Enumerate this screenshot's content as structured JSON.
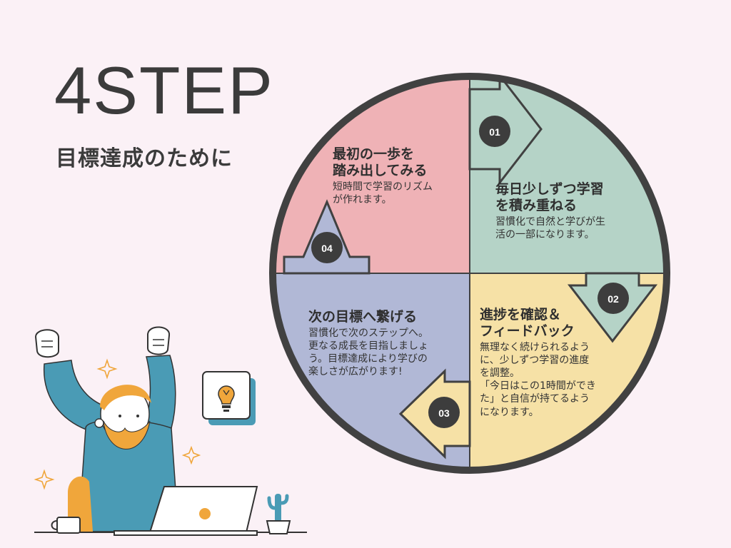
{
  "title": {
    "main": "4STEP",
    "sub": "目標達成のために"
  },
  "steps": [
    {
      "number": "01",
      "heading": "毎日少しずつ学習\nを積み重ねる",
      "body": "習慣化で自然と学びが生\n活の一部になります。",
      "color": "#b5d3c7"
    },
    {
      "number": "02",
      "heading": "進捗を確認＆\nフィードバック",
      "body": "無理なく続けられるよう\nに、少しずつ学習の進度\nを調整。\n「今日はこの1時間ができ\nた」と自信が持てるよう\nになります。",
      "color": "#f6e1a6"
    },
    {
      "number": "03",
      "heading": "次の目標へ繋げる",
      "body": "習慣化で次のステップへ。\n更なる成長を目指しましょ\nう。目標達成により学びの\n楽しさが広がります!",
      "color": "#b1b8d6"
    },
    {
      "number": "04",
      "heading": "最初の一歩を\n踏み出してみる",
      "body": "短時間で学習のリズム\nが作れます。",
      "color": "#efb2b6"
    }
  ],
  "colors": {
    "background": "#fbf1f6",
    "ring": "#414141",
    "badge": "#3d3d3d",
    "badge_text": "#ffffff",
    "shirt": "#4a9bb5",
    "hair": "#f0a63b"
  },
  "icons": [
    "lightbulb-icon",
    "sparkle-icon",
    "laptop-icon",
    "mug-icon",
    "cactus-icon"
  ]
}
